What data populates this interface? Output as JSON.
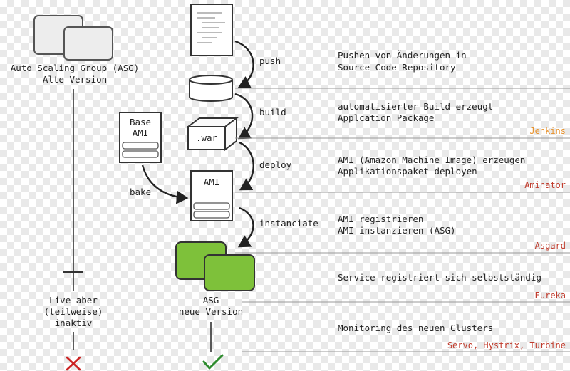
{
  "old_asg": {
    "label_line1": "Auto Scaling Group (ASG)",
    "label_line2": "Alte Version",
    "status_line1": "Live aber",
    "status_line2": "(teilweise)",
    "status_line3": "inaktiv",
    "result_icon": "cross-icon",
    "result_color": "#cc2222"
  },
  "new_asg": {
    "label_line1": "ASG",
    "label_line2": "neue Version",
    "fill_color": "#7ec13a",
    "result_icon": "check-icon",
    "result_color": "#2e8b2e"
  },
  "pipeline": {
    "source_icon": "document-icon",
    "repo_icon": "database-icon",
    "package_label": ".war",
    "base_ami_line1": "Base",
    "base_ami_line2": "AMI",
    "ami_label": "AMI",
    "arrows": [
      "push",
      "build",
      "bake",
      "deploy",
      "instanciate"
    ]
  },
  "steps": [
    {
      "line1": "Pushen von Änderungen in",
      "line2": "Source Code Repository",
      "tool": ""
    },
    {
      "line1": "automatisierter Build erzeugt",
      "line2": "Applcation Package",
      "tool": "Jenkins",
      "tool_color": "#e8932e"
    },
    {
      "line1": "AMI (Amazon Machine Image) erzeugen",
      "line2": "Applikationspaket deployen",
      "tool": "Aminator",
      "tool_color": "#c03a2b"
    },
    {
      "line1": "AMI registrieren",
      "line2": "AMI instanzieren (ASG)",
      "tool": "Asgard",
      "tool_color": "#c03a2b"
    },
    {
      "line1": "Service registriert sich selbstständig",
      "line2": "",
      "tool": "Eureka",
      "tool_color": "#c03a2b"
    },
    {
      "line1": "Monitoring des neuen Clusters",
      "line2": "",
      "tool": "Servo, Hystrix, Turbine",
      "tool_color": "#c03a2b"
    }
  ]
}
